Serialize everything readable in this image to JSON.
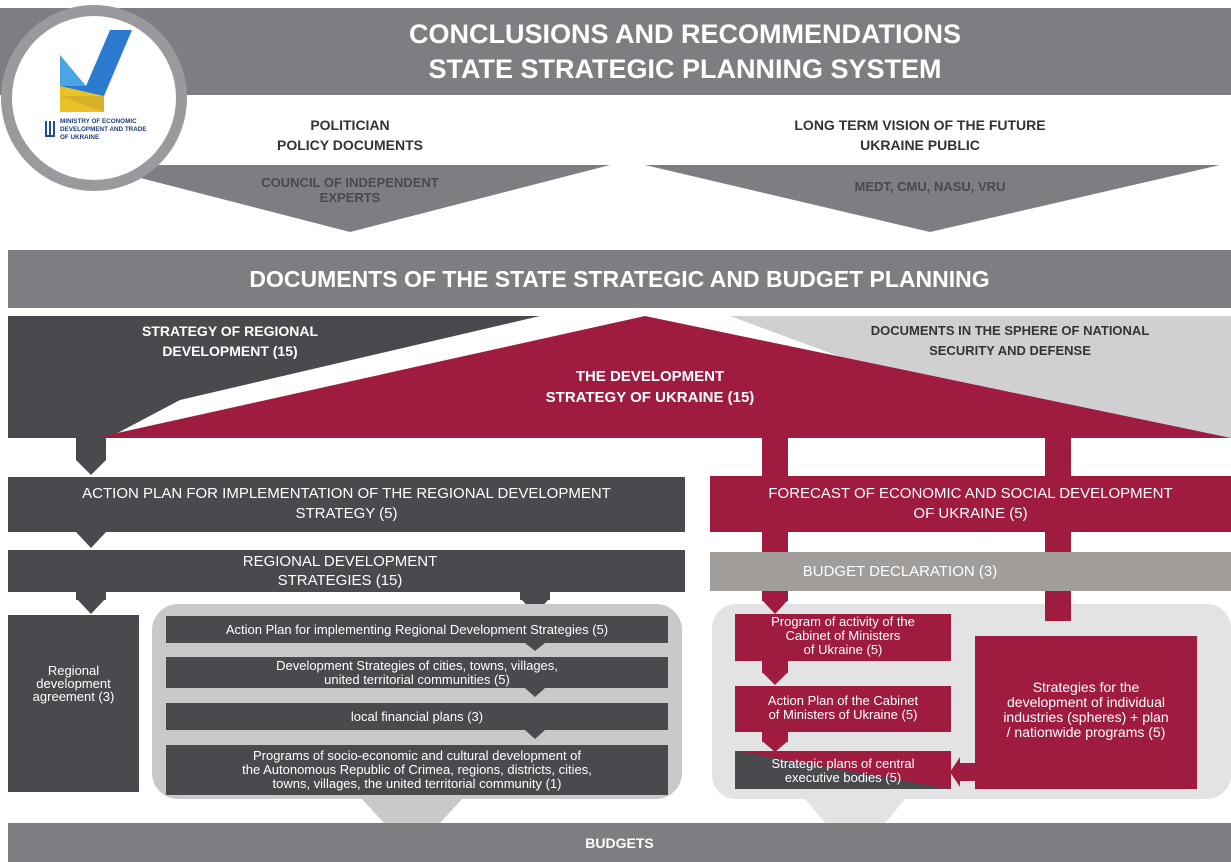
{
  "logo": {
    "org_line1": "MINISTRY OF ECONOMIC",
    "org_line2": "DEVELOPMENT AND TRADE",
    "org_line3": "OF UKRAINE"
  },
  "header": {
    "title_line1": "CONCLUSIONS AND RECOMMENDATIONS",
    "title_line2": "STATE STRATEGIC PLANNING SYSTEM"
  },
  "inputs": {
    "left_line1": "POLITICIAN",
    "left_line2": "POLICY DOCUMENTS",
    "left_funnel_line1": "COUNCIL OF INDEPENDENT",
    "left_funnel_line2": "EXPERTS",
    "right_line1": "LONG TERM VISION OF THE FUTURE",
    "right_line2": "UKRAINE PUBLIC",
    "right_funnel": "MEDT, CMU, NASU, VRU"
  },
  "docs_banner": "DOCUMENTS OF THE STATE STRATEGIC AND BUDGET PLANNING",
  "strategies": {
    "regional_line1": "STRATEGY OF REGIONAL",
    "regional_line2": "DEVELOPMENT (15)",
    "national_line1": "THE DEVELOPMENT",
    "national_line2": "STRATEGY OF UKRAINE (15)",
    "security_line1": "DOCUMENTS IN THE SPHERE OF NATIONAL",
    "security_line2": "SECURITY AND DEFENSE"
  },
  "left_column": {
    "action_plan_line1": "ACTION PLAN FOR IMPLEMENTATION OF THE REGIONAL DEVELOPMENT",
    "action_plan_line2": "STRATEGY (5)",
    "regional_strategies_line1": "REGIONAL DEVELOPMENT",
    "regional_strategies_line2": "STRATEGIES (15)",
    "agreement_line1": "Regional",
    "agreement_line2": "development",
    "agreement_line3": "agreement (3)",
    "items": [
      {
        "lines": [
          "Action Plan for implementing Regional Development  Strategies (5)"
        ]
      },
      {
        "lines": [
          "Development Strategies of cities, towns, villages,",
          "united territorial communities (5)"
        ]
      },
      {
        "lines": [
          "local financial plans (3)"
        ]
      },
      {
        "lines": [
          "Programs of socio-economic and cultural development of",
          "the  Autonomous Republic of Crimea, regions, districts, cities,",
          "towns, villages, the united territorial community (1)"
        ]
      }
    ]
  },
  "right_column": {
    "forecast_line1": "FORECAST OF ECONOMIC AND SOCIAL DEVELOPMENT",
    "forecast_line2": "OF UKRAINE (5)",
    "budget_declaration": "BUDGET DECLARATION (3)",
    "program_line1": "Program of activity of the",
    "program_line2": "Cabinet of Ministers",
    "program_line3": "of Ukraine (5)",
    "action_line1": "Action Plan of the Cabinet",
    "action_line2": "of Ministers of Ukraine (5)",
    "strategic_line1": "Strategic plans of central",
    "strategic_line2": "executive bodies (5)",
    "industries_line1": "Strategies for the",
    "industries_line2": "development of individual",
    "industries_line3": "industries (spheres) + plan",
    "industries_line4": "/ nationwide programs (5)"
  },
  "footer": "BUDGETS",
  "colors": {
    "gray_banner": "#7e7d82",
    "dark": "#4a494e",
    "crimson": "#a01b40",
    "light_gray": "#d0d0d3",
    "medium_gray": "#a09d9b"
  }
}
